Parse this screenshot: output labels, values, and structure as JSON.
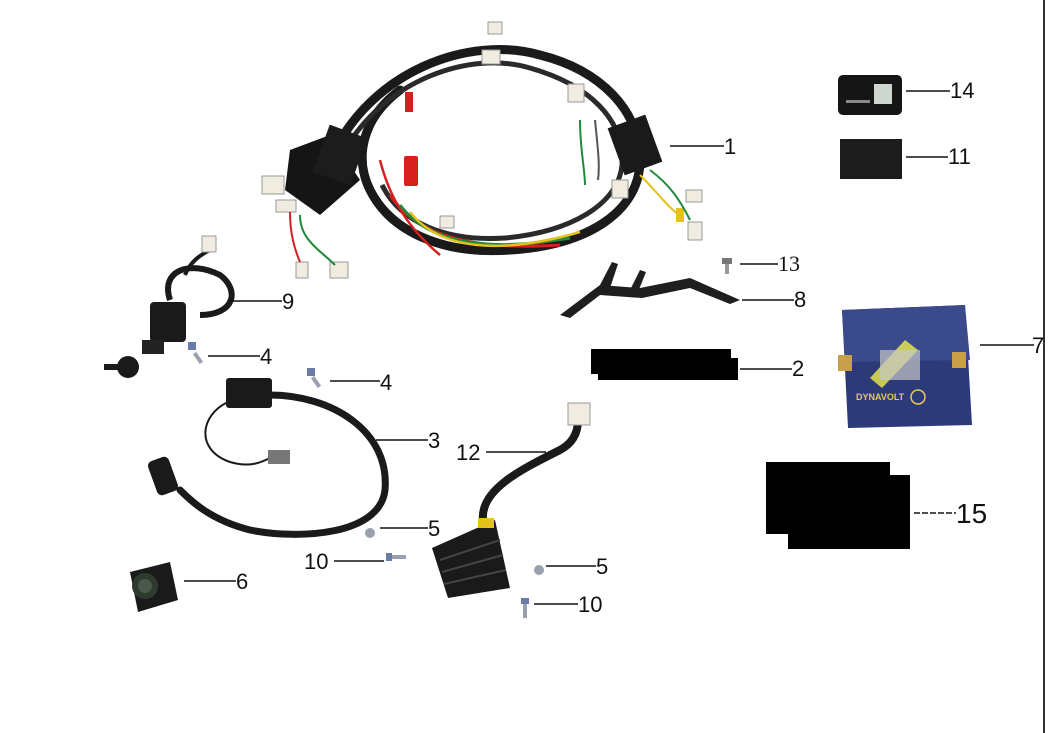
{
  "callouts": {
    "c1": "1",
    "c2": "2",
    "c3": "3",
    "c4a": "4",
    "c4b": "4",
    "c5a": "5",
    "c5b": "5",
    "c6": "6",
    "c7": "7",
    "c8": "8",
    "c9": "9",
    "c10a": "10",
    "c10b": "10",
    "c11": "11",
    "c12": "12",
    "c13": "13",
    "c14": "14",
    "c15": "15"
  },
  "battery": {
    "brand": "DYNAVOLT"
  },
  "colors": {
    "harness": "#1a1a1a",
    "wire_red": "#d62020",
    "wire_green": "#1f8a3a",
    "wire_yellow": "#e3c21a",
    "battery_body": "#2c3a78",
    "connector": "#f1ece0",
    "redaction": "#000000"
  }
}
